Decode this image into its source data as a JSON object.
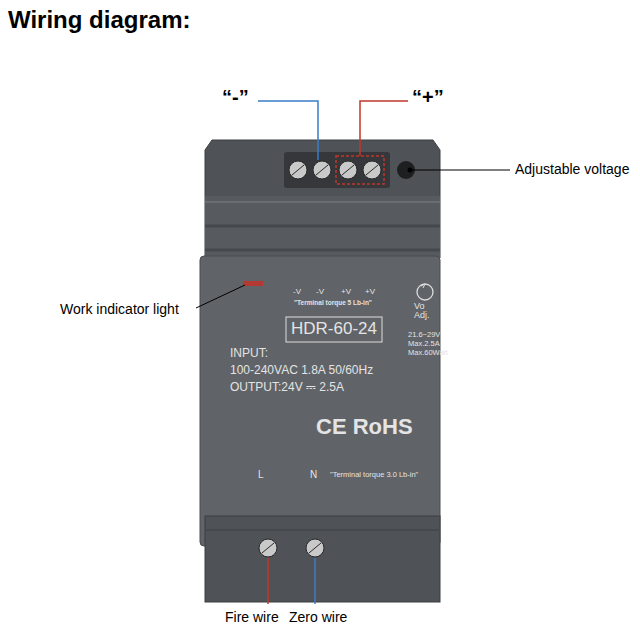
{
  "diagram": {
    "title": "Wiring diagram:",
    "labels": [
      "“-”",
      "“+”",
      "Adjustable voltage",
      "Work indicator light",
      "-V",
      "-V",
      "+V",
      "+V",
      "\"Terminal torque 5 Lb-in\"",
      "Vo Adj.",
      "HDR-60-24",
      "21.6~29V Max.2.5A Max.60Watt",
      "INPUT:",
      "100-240VAC 1.8A 50/60Hz",
      "OUTPUT:24V ⎓ 2.5A",
      "CE RoHS",
      "L",
      "N",
      "\"Terminal torque 3.0 Lb-in\"",
      "Fire wire",
      "Zero wire"
    ]
  }
}
